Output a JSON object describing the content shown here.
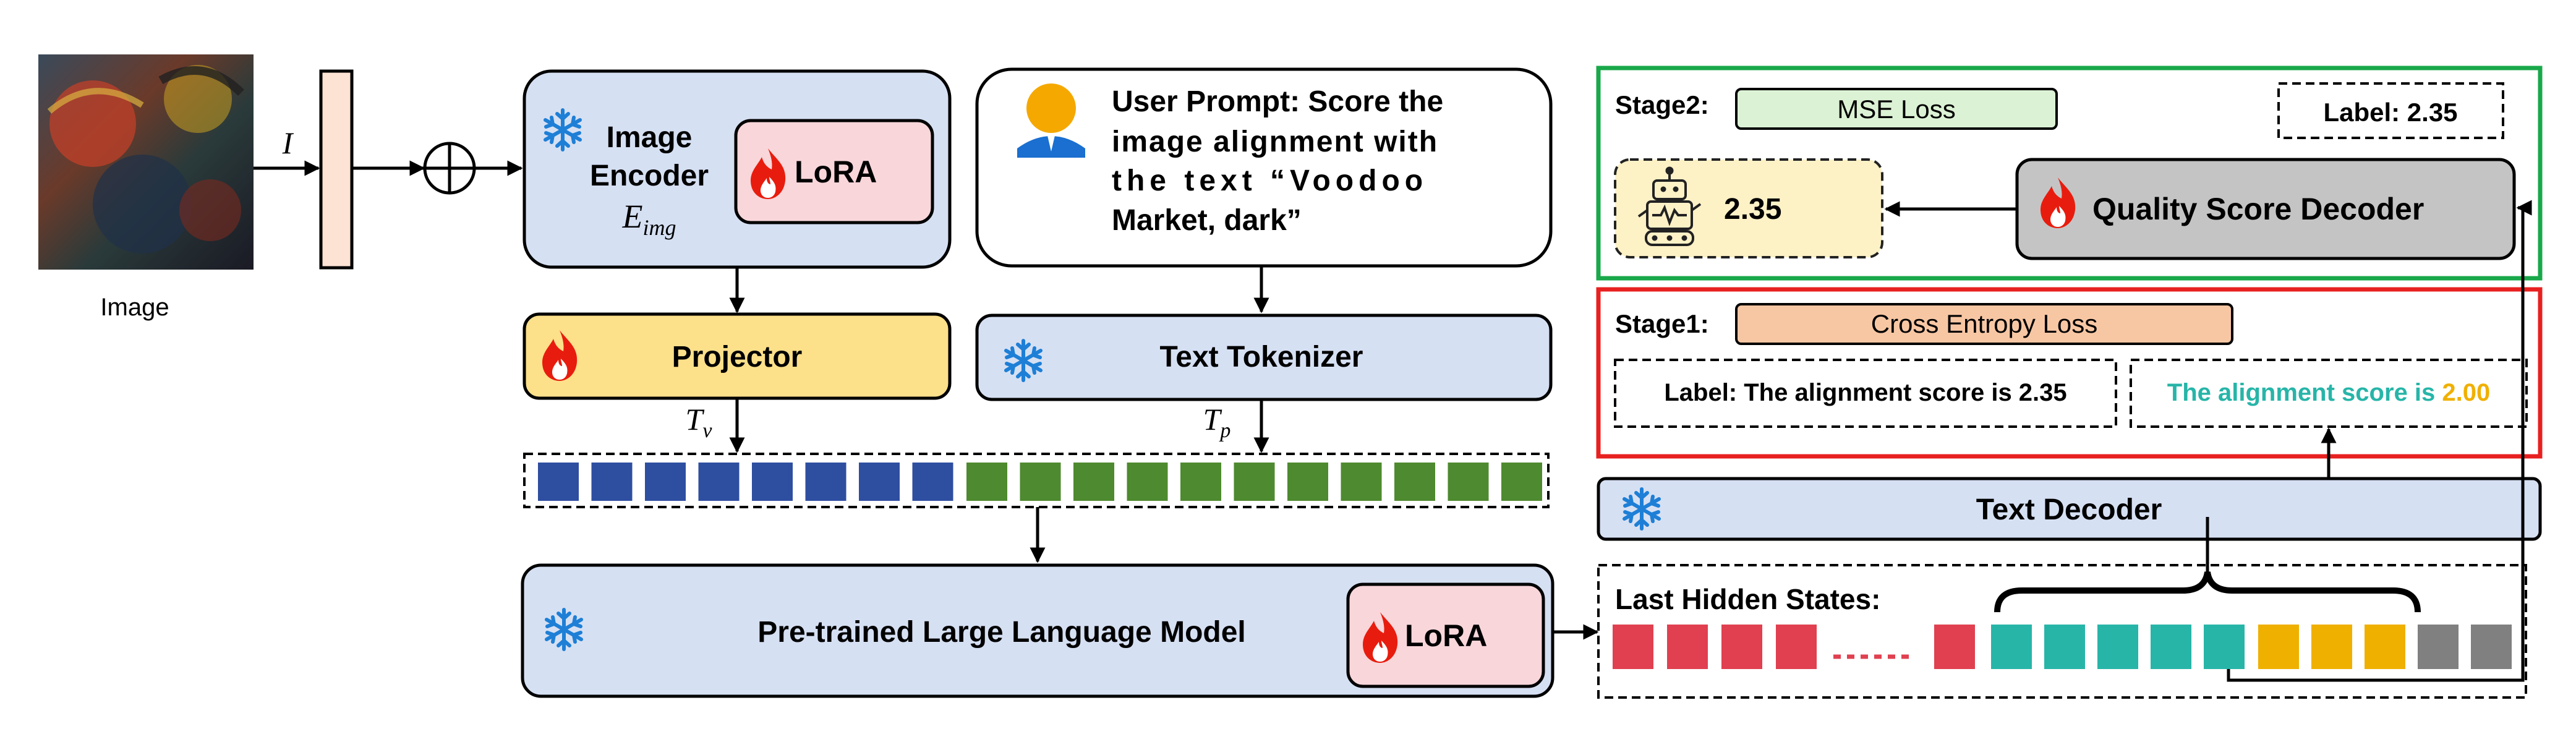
{
  "input": {
    "image_caption": "Image",
    "image_symbol": "I"
  },
  "image_encoder": {
    "line1": "Image",
    "line2": "Encoder",
    "symbol_main": "E",
    "symbol_sub": "img",
    "lora_label": "LoRA"
  },
  "user_prompt": {
    "lines": [
      "User Prompt: Score the",
      "image alignment with",
      "the text “Voodoo",
      "Market, dark”"
    ]
  },
  "projector": {
    "label": "Projector"
  },
  "text_tokenizer": {
    "label": "Text Tokenizer"
  },
  "token_symbols": {
    "visual_main": "T",
    "visual_sub": "v",
    "prompt_main": "T",
    "prompt_sub": "p"
  },
  "llm": {
    "label": "Pre-trained Large Language Model",
    "lora_label": "LoRA"
  },
  "stage2": {
    "title": "Stage2:",
    "loss": "MSE Loss",
    "label": "Label: 2.35",
    "predicted_score": "2.35",
    "decoder": "Quality Score Decoder"
  },
  "stage1": {
    "title": "Stage1:",
    "loss": "Cross Entropy Loss",
    "label": "Label: The alignment score is 2.35",
    "output_text": "The alignment score is",
    "output_score": "2.00"
  },
  "text_decoder": {
    "label": "Text Decoder"
  },
  "hidden_states": {
    "title": "Last Hidden States:"
  },
  "colors": {
    "frozen_box": "#d6e0f3",
    "projector": "#fde08a",
    "lora": "#f8d6da",
    "visual_token": "#2e4ea0",
    "prompt_token": "#4e8a2f",
    "hidden_red": "#e04050",
    "hidden_teal": "#27b5a8",
    "hidden_yellow": "#f0b000",
    "hidden_gray": "#808080",
    "stage2_border": "#19a84a",
    "stage1_border": "#e82020",
    "mse_fill": "#dcf2d5",
    "ce_fill": "#f7c7a4",
    "decoder_fill": "#c4c4c4",
    "robot_fill": "#fdf1c6",
    "teal_text": "#27b5a8",
    "score_text": "#f0b000"
  }
}
